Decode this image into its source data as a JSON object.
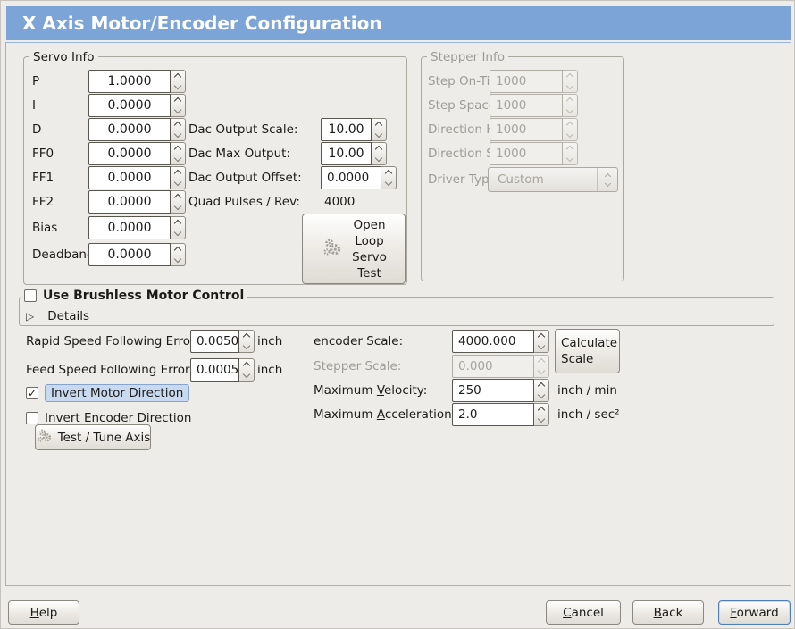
{
  "window": {
    "title": "X Axis Motor/Encoder Configuration"
  },
  "icons": {
    "expander": "▷"
  },
  "servo": {
    "legend": "Servo Info",
    "rows": [
      {
        "label": "P",
        "value": "1.0000"
      },
      {
        "label": "I",
        "value": "0.0000"
      },
      {
        "label": "D",
        "value": "0.0000"
      },
      {
        "label": "FF0",
        "value": "0.0000"
      },
      {
        "label": "FF1",
        "value": "0.0000"
      },
      {
        "label": "FF2",
        "value": "0.0000"
      },
      {
        "label": "Bias",
        "value": "0.0000"
      },
      {
        "label": "Deadband",
        "value": "0.0000"
      }
    ]
  },
  "dac": {
    "rows": [
      {
        "label": "Dac Output Scale:",
        "value": "10.00"
      },
      {
        "label": "Dac Max Output:",
        "value": "10.00"
      },
      {
        "label": "Dac Output Offset:",
        "value": "0.0000"
      }
    ],
    "quad_label": "Quad Pulses / Rev:",
    "quad_value": "4000",
    "open_loop_button": "Open\nLoop\nServo\nTest"
  },
  "stepper": {
    "legend": "Stepper Info",
    "rows": [
      {
        "label": "Step On-Time",
        "value": "1000"
      },
      {
        "label": "Step Space",
        "value": "1000"
      },
      {
        "label": "Direction Hold",
        "value": "1000"
      },
      {
        "label": "Direction Setup",
        "value": "1000"
      }
    ],
    "driver_type_label": "Driver Type:",
    "driver_type_value": "Custom"
  },
  "brushless": {
    "label": "Use Brushless Motor Control",
    "check": "",
    "details": "Details"
  },
  "ferror": {
    "rapid_label": "Rapid Speed Following Error:",
    "rapid_value": "0.0050",
    "rapid_unit": "inch",
    "feed_label": "Feed Speed Following Error:",
    "feed_value": "0.0005",
    "feed_unit": "inch"
  },
  "scale": {
    "encoder_label": "encoder Scale:",
    "encoder_value": "4000.000",
    "calc_button": "Calculate\nScale",
    "stepper_label": "Stepper Scale:",
    "stepper_value": "0.000",
    "velocity_label": {
      "pre": "Maximum ",
      "mn": "V",
      "post": "elocity:"
    },
    "velocity_value": "250",
    "velocity_unit": "inch / min",
    "accel_label": {
      "pre": "Maximum ",
      "mn": "A",
      "post": "cceleration:"
    },
    "accel_value": "2.0",
    "accel_unit": "inch / sec²"
  },
  "invert": {
    "motor_label": "Invert Motor Direction",
    "motor_check": "✓",
    "encoder_label": "Invert Encoder Direction",
    "encoder_check": ""
  },
  "test_button": "Test / Tune Axis",
  "footer": {
    "help": {
      "mn": "H",
      "post": "elp"
    },
    "cancel": {
      "mn": "C",
      "post": "ancel"
    },
    "back": {
      "mn": "B",
      "post": "ack"
    },
    "forward": {
      "mn": "F",
      "post": "orward"
    }
  }
}
